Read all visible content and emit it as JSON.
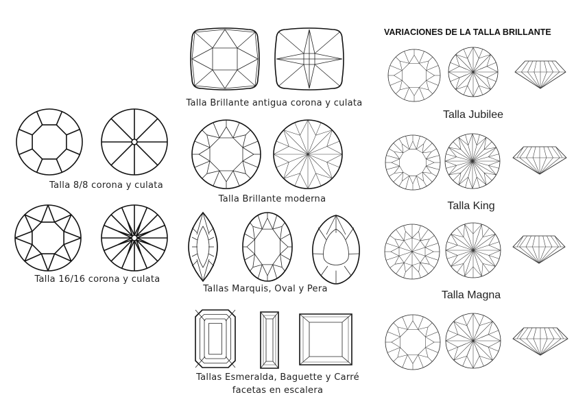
{
  "title": "VARIACIONES DE LA TALLA BRILLANTE",
  "captions": {
    "cut_8_8": "Talla 8/8 corona y culata",
    "cut_16_16": "Talla 16/16 corona y culata",
    "old_brilliant": "Talla Brillante antigua corona y culata",
    "modern_brilliant": "Talla Brillante moderna",
    "marquis_oval_pear": "Tallas Marquis, Oval y Pera",
    "step_cuts_line1": "Tallas Esmeralda, Baguette y Carré",
    "step_cuts_line2": "facetas en escalera",
    "jubilee": "Talla Jubilee",
    "king": "Talla King",
    "magna": "Talla Magna"
  }
}
